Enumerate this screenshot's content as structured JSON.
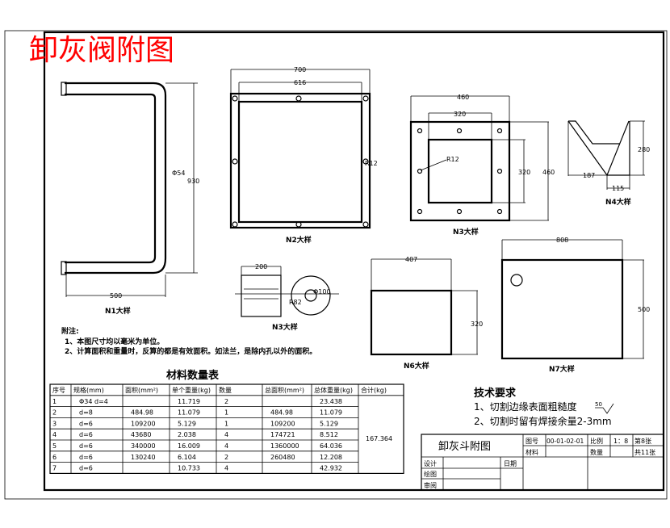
{
  "title_red": "卸灰阀附图",
  "colors": {
    "title": "#ff0000",
    "lines": "#000000",
    "background": "#ffffff"
  },
  "views": {
    "n1": {
      "label": "N1大样",
      "dims": [
        "500",
        "Φ54",
        "930"
      ]
    },
    "n2": {
      "label": "N2大样",
      "dims": [
        "700",
        "616",
        "R12"
      ]
    },
    "n3": {
      "label": "N3大样",
      "dims": [
        "460",
        "320",
        "R12",
        "320",
        "460"
      ]
    },
    "n4": {
      "label": "N4大样",
      "dims": [
        "187",
        "115",
        "280"
      ]
    },
    "n3b": {
      "label": "N3大样",
      "dims": [
        "200",
        "Φ100",
        "R82"
      ]
    },
    "n6": {
      "label": "N6大样",
      "dims": [
        "407",
        "320"
      ]
    },
    "n7": {
      "label": "N7大样",
      "dims": [
        "808",
        "500"
      ]
    }
  },
  "notes": {
    "heading": "附注:",
    "items": [
      "1、本图尺寸均以毫米为单位。",
      "2、计算面积和重量时，反算的都是有效面积。如法兰，是除内孔以外的面积。"
    ]
  },
  "table": {
    "title": "材料数量表",
    "headers": [
      "序号",
      "规格(mm)",
      "面积(mm²)",
      "单个重量(kg)",
      "数量",
      "总面积(mm²)",
      "总体重量(kg)",
      "合计(kg)"
    ],
    "rows": [
      [
        "1",
        "Φ34 d=4",
        "",
        "11.719",
        "2",
        "",
        "23.438"
      ],
      [
        "2",
        "d=8",
        "484.98",
        "11.079",
        "1",
        "484.98",
        "11.079"
      ],
      [
        "3",
        "d=6",
        "109200",
        "5.129",
        "1",
        "109200",
        "5.129"
      ],
      [
        "4",
        "d=6",
        "43680",
        "2.038",
        "4",
        "174721",
        "8.512"
      ],
      [
        "5",
        "d=6",
        "340000",
        "16.009",
        "4",
        "1360000",
        "64.036"
      ],
      [
        "6",
        "d=6",
        "130240",
        "6.104",
        "2",
        "260480",
        "12.208"
      ],
      [
        "7",
        "d=6",
        "",
        "10.733",
        "4",
        "",
        "42.932"
      ]
    ],
    "total": "167.364"
  },
  "tech": {
    "heading": "技术要求",
    "items": [
      "1、切割边缘表面粗糙度",
      "2、切割时留有焊接余量2-3mm"
    ],
    "roughness": "50"
  },
  "titleblock": {
    "name": "卸灰斗附图",
    "drawing_no_label": "图号",
    "drawing_no": "00-01-02-01",
    "scale_label": "比例",
    "scale": "1：8",
    "sheet": "第8张",
    "material_label": "材料",
    "quantity_label": "数量",
    "total_sheets": "共11张",
    "design": "设计",
    "drawn": "绘图",
    "review": "审阅",
    "date": "日期"
  }
}
